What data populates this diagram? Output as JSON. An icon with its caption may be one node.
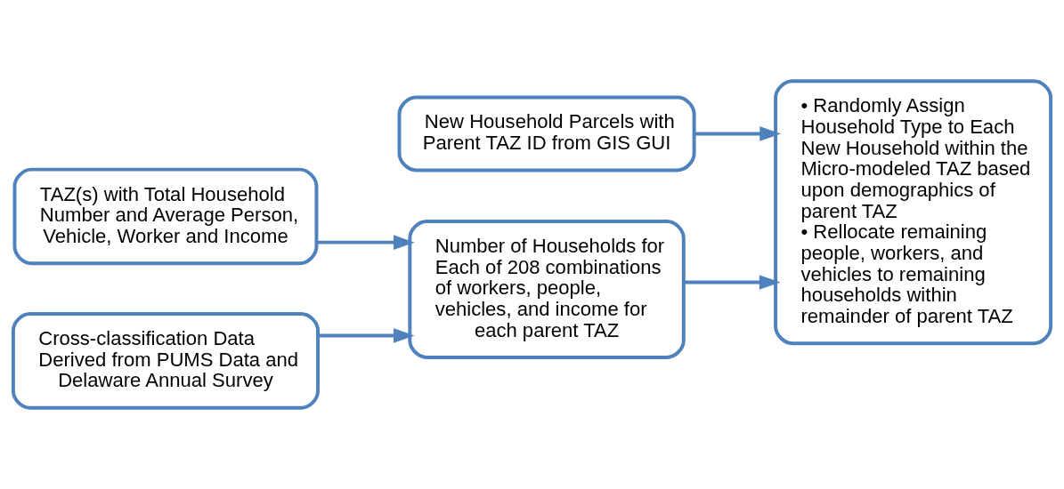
{
  "diagram": {
    "nodes": [
      {
        "text": [
          "New Household Parcels with Parent TAZ ID from GIS GUI"
        ]
      },
      {
        "text": [
          "TAZ(s) with Total Household Number and Average Person, Vehicle, Worker and Income"
        ]
      },
      {
        "text": [
          "Cross-classification Data Derived from PUMS Data and Delaware Annual Survey"
        ]
      },
      {
        "text": [
          "Number of Households for Each of 208 combinations of workers, people, vehicles, and income for each parent TAZ"
        ]
      },
      {
        "text": [
          "• Randomly Assign Household Type to Each New Household within the Micro-modeled TAZ based upon demographics of parent TAZ",
          "• Rellocate remaining people, workers, and vehicles to remaining households within remainder of parent TAZ"
        ]
      }
    ],
    "edges": [
      {
        "from": 1,
        "to": 3,
        "arrow": "to"
      },
      {
        "from": 2,
        "to": 3,
        "arrow": "to"
      },
      {
        "from": 0,
        "to": 4,
        "arrow": "to"
      },
      {
        "from": 3,
        "to": 4,
        "arrow": "to"
      }
    ]
  }
}
